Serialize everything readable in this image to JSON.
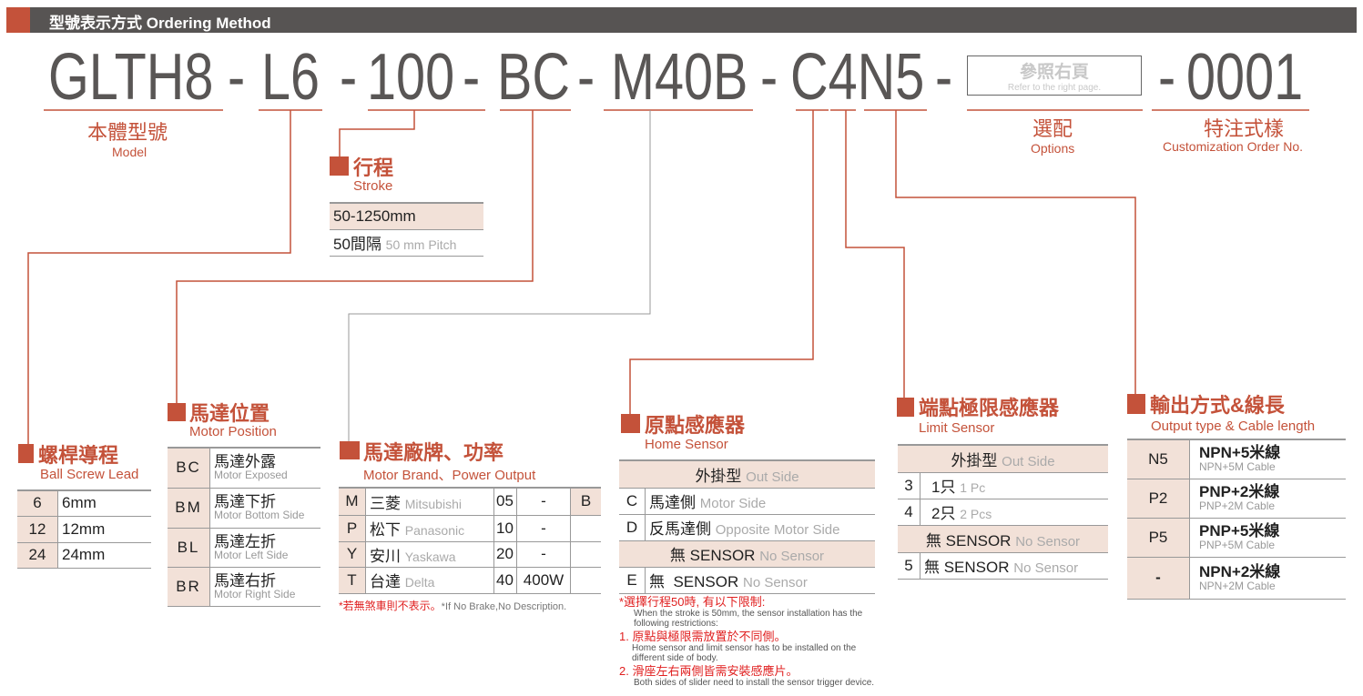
{
  "header": {
    "title": "型號表示方式 Ordering Method"
  },
  "code": {
    "parts": [
      "GLTH8",
      "L6",
      "100",
      "BC",
      "M40B",
      "C4N5",
      "0001"
    ],
    "separator": "-",
    "options_box": {
      "zh": "參照右頁",
      "en": "Refer to the right page."
    }
  },
  "labels": {
    "model": {
      "zh": "本體型號",
      "en": "Model"
    },
    "options": {
      "zh": "選配",
      "en": "Options"
    },
    "custom": {
      "zh": "特注式樣",
      "en": "Customization Order No."
    }
  },
  "stroke": {
    "title": "行程",
    "subtitle": "Stroke",
    "rows": [
      {
        "a": "50-1250mm"
      },
      {
        "a": "50間隔",
        "b": "50 mm Pitch"
      }
    ]
  },
  "lead": {
    "title": "螺桿導程",
    "subtitle": "Ball Screw Lead",
    "rows": [
      [
        "6",
        "6mm"
      ],
      [
        "12",
        "12mm"
      ],
      [
        "24",
        "24mm"
      ]
    ]
  },
  "position": {
    "title": "馬達位置",
    "subtitle": "Motor Position",
    "rows": [
      {
        "code": "BC",
        "zh": "馬達外露",
        "en": "Motor Exposed"
      },
      {
        "code": "BM",
        "zh": "馬達下折",
        "en": "Motor Bottom Side"
      },
      {
        "code": "BL",
        "zh": "馬達左折",
        "en": "Motor Left Side"
      },
      {
        "code": "BR",
        "zh": "馬達右折",
        "en": "Motor Right Side"
      }
    ]
  },
  "brand": {
    "title": "馬達廠牌、功率",
    "subtitle": "Motor Brand、Power Output",
    "rows": [
      {
        "code": "M",
        "zh": "三菱",
        "en": "Mitsubishi",
        "p": "05",
        "w": "-",
        "b": "B"
      },
      {
        "code": "P",
        "zh": "松下",
        "en": "Panasonic",
        "p": "10",
        "w": "-",
        "b": ""
      },
      {
        "code": "Y",
        "zh": "安川",
        "en": "Yaskawa",
        "p": "20",
        "w": "-",
        "b": ""
      },
      {
        "code": "T",
        "zh": "台達",
        "en": "Delta",
        "p": "40",
        "w": "400W",
        "b": ""
      }
    ],
    "note_zh": "*若無煞車則不表示。",
    "note_en": "*If No Brake,No Description."
  },
  "home": {
    "title": "原點感應器",
    "subtitle": "Home Sensor",
    "header1": {
      "zh": "外掛型",
      "en": "Out Side"
    },
    "rows1": [
      {
        "code": "C",
        "zh": "馬達側",
        "en": "Motor Side"
      },
      {
        "code": "D",
        "zh": "反馬達側",
        "en": "Opposite Motor Side"
      }
    ],
    "header2": {
      "zh": "無 SENSOR",
      "en": "No Sensor"
    },
    "rows2": [
      {
        "code": "E",
        "zh": "無  SENSOR",
        "en": "No Sensor"
      }
    ],
    "notes": {
      "head_zh": "*選擇行程50時, 有以下限制:",
      "head_en": "When the stroke is 50mm, the sensor installation has the following restrictions:",
      "n1_zh": "1. 原點與極限需放置於不同側。",
      "n1_en": "Home sensor and limit sensor has to be installed on the different side of body.",
      "n2_zh": "2. 滑座左右兩側皆需安裝感應片。",
      "n2_en": "Both sides of slider need to install the sensor trigger device."
    }
  },
  "limit": {
    "title": "端點極限感應器",
    "subtitle": "Limit Sensor",
    "header1": {
      "zh": "外掛型",
      "en": "Out Side"
    },
    "rows1": [
      {
        "code": "3",
        "zh": "1只",
        "en": "1 Pc"
      },
      {
        "code": "4",
        "zh": "2只",
        "en": "2 Pcs"
      }
    ],
    "header2": {
      "zh": "無 SENSOR",
      "en": "No Sensor"
    },
    "rows2": [
      {
        "code": "5",
        "zh": "無 SENSOR",
        "en": "No Sensor"
      }
    ]
  },
  "output": {
    "title": "輸出方式&線長",
    "subtitle": "Output type & Cable length",
    "rows": [
      {
        "code": "N5",
        "zh": "NPN+5米線",
        "en": "NPN+5M Cable"
      },
      {
        "code": "P2",
        "zh": "PNP+2米線",
        "en": "PNP+2M Cable"
      },
      {
        "code": "P5",
        "zh": "PNP+5米線",
        "en": "PNP+5M Cable"
      },
      {
        "code": "-",
        "zh": "NPN+2米線",
        "en": "NPN+2M Cable"
      }
    ]
  },
  "colors": {
    "accent": "#c4523a",
    "header_bg": "#575453",
    "cell_bg": "#f2e1d8",
    "code_text": "#595655"
  }
}
